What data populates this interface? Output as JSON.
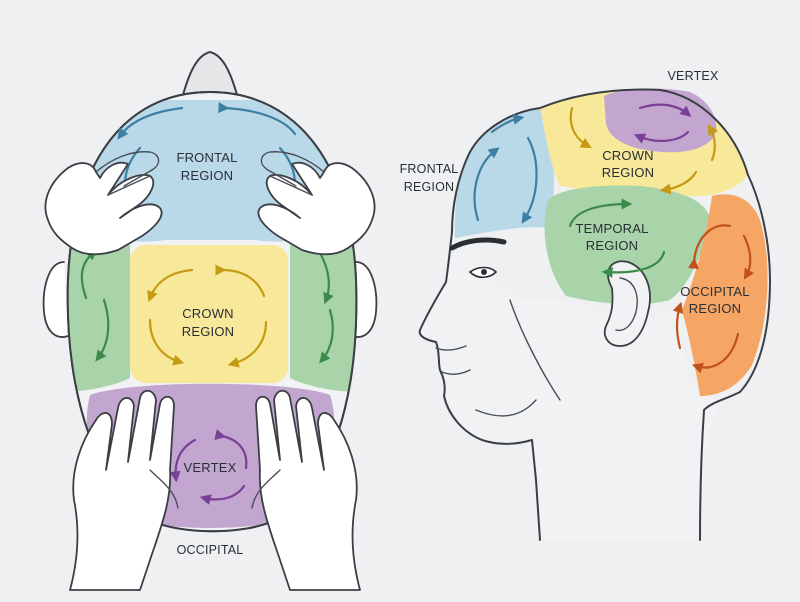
{
  "top_view": {
    "frontal": [
      "FRONTAL",
      "REGION"
    ],
    "crown": [
      "CROWN",
      "REGION"
    ],
    "vertex": "VERTEX",
    "occipital": "OCCIPITAL"
  },
  "side_view": {
    "vertex": "VERTEX",
    "frontal": [
      "FRONTAL",
      "REGION"
    ],
    "crown": [
      "CROWN",
      "REGION"
    ],
    "temporal": [
      "TEMPORAL",
      "REGION"
    ],
    "occipital": [
      "OCCIPITAL",
      "REGION"
    ]
  },
  "colors": {
    "frontal": "#b9d9e8",
    "frontal_arrow": "#3d7fa3",
    "temporal": "#a9d3a9",
    "temporal_arrow": "#3c8a4a",
    "crown": "#f7e89a",
    "crown_arrow": "#c79a14",
    "vertex": "#c3a6d0",
    "vertex_arrow": "#7a3f96",
    "occipital": "#f5a564",
    "occipital_arrow": "#c2521b",
    "skin": "#f1f2f3",
    "outline": "#3b3f45"
  }
}
